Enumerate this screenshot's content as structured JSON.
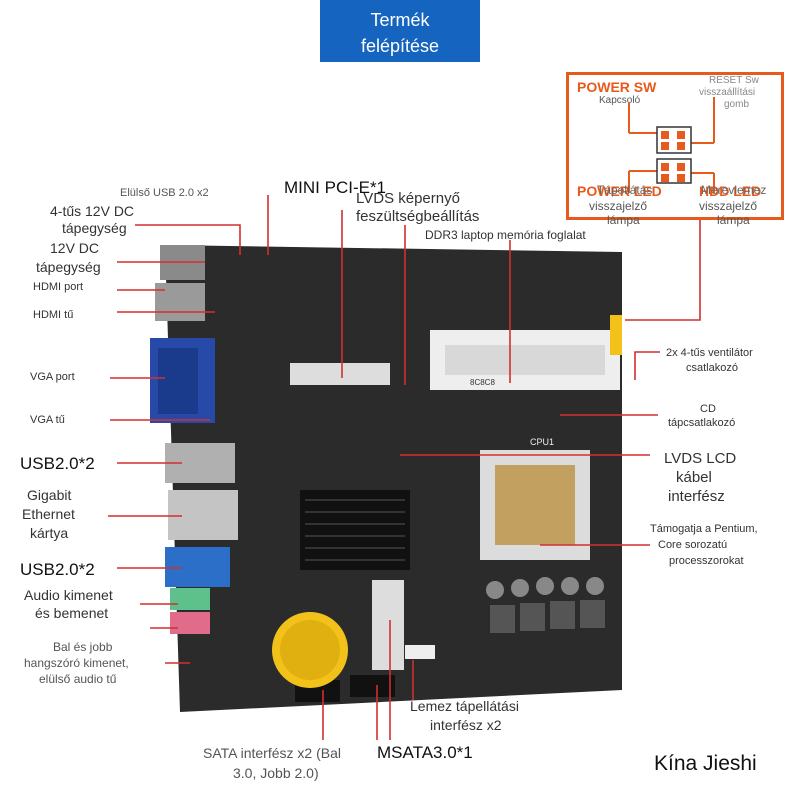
{
  "title": {
    "line1": "Termék",
    "line2": "felépítése"
  },
  "labels": {
    "front_usb": "Elülső USB 2.0 x2",
    "dc4pin_line1": "4-tűs 12V DC",
    "dc4pin_line2": "tápegység",
    "dc12v_line1": "12V DC",
    "dc12v_line2": "tápegység",
    "hdmi_port": "HDMI port",
    "hdmi_pin": "HDMI tű",
    "vga_port": "VGA port",
    "vga_pin": "VGA tű",
    "usb2_top": "USB2.0*2",
    "ethernet_line1": "Gigabit",
    "ethernet_line2": "Ethernet",
    "ethernet_line3": "kártya",
    "usb2_bottom": "USB2.0*2",
    "audio_line1": "Audio kimenet",
    "audio_line2": "és bemenet",
    "speaker_line1": "Bal és jobb",
    "speaker_line2": "hangszóró kimenet,",
    "speaker_line3": "elülső audio tű",
    "mini_pcie": "MINI PCI-E*1",
    "lvds_voltage_line1": "LVDS képernyő",
    "lvds_voltage_line2": "feszültségbeállítás",
    "ddr3": "DDR3 laptop memória foglalat",
    "fan_line1": "2x 4-tűs ventilátor",
    "fan_line2": "csatlakozó",
    "cd_line1": "CD",
    "cd_line2": "tápcsatlakozó",
    "lvds_cable_line1": "LVDS LCD",
    "lvds_cable_line2": "kábel",
    "lvds_cable_line3": "interfész",
    "cpu_line1": "Támogatja a Pentium,",
    "cpu_line2": "Core sorozatú",
    "cpu_line3": "processzorokat",
    "disk_power_line1": "Lemez tápellátási",
    "disk_power_line2": "interfész x2",
    "sata_line1": "SATA interfész x2 (Bal",
    "sata_line2": "3.0, Jobb 2.0)",
    "msata": "MSATA3.0*1"
  },
  "inset": {
    "power_sw": "POWER SW",
    "power_sw_sub": "Kapcsoló",
    "reset_sw": "RESET Sw",
    "reset_sub_line1": "visszaállítási",
    "reset_sub_line2": "gomb",
    "power_led": "POWER LED",
    "power_led_sub_line1": "Tápellátás",
    "power_led_sub_line2": "visszajelző",
    "power_led_sub_line3": "lámpa",
    "hdd_led": "HDD LED",
    "hdd_led_sub_line1": "Merevlemez",
    "hdd_led_sub_line2": "visszajelző",
    "hdd_led_sub_line3": "lámpa"
  },
  "board_text": {
    "cpu_silk": "CPU1",
    "ddr_silk": "8C8C8"
  },
  "brand": "Kína Jieshi",
  "colors": {
    "accent": "#1565c0",
    "pointer": "#d32f2f",
    "inset_border": "#e85a1c",
    "board": "#2b2b2b"
  }
}
